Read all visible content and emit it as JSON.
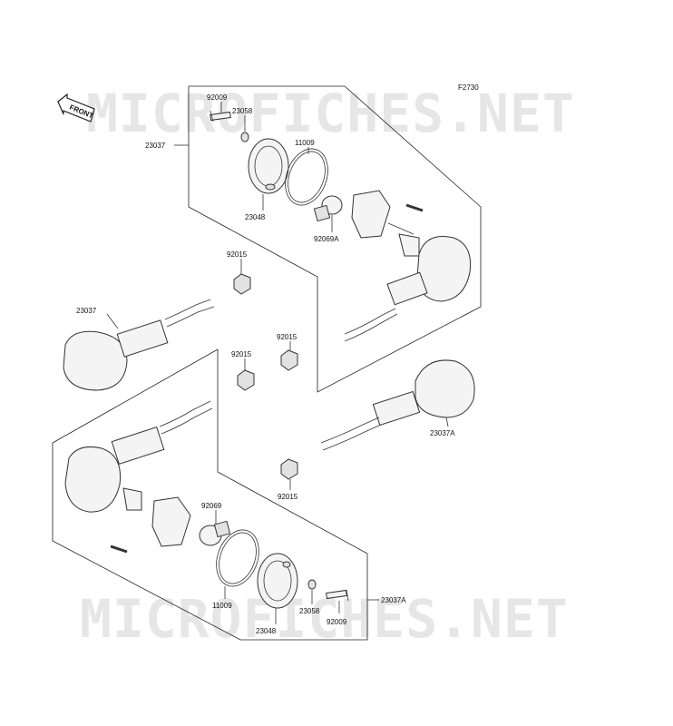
{
  "figure_code": "F2730",
  "front_label": "FRONT",
  "watermarks": [
    "MICROFICHES.NET",
    "MICROFICHES.NET"
  ],
  "labels": {
    "p92009_top": "92009",
    "p23058_top": "23058",
    "p23037_upper": "23037",
    "p11009_top": "11009",
    "p23048_top": "23048",
    "p92069a": "92069A",
    "p92015_a": "92015",
    "p23037_left": "23037",
    "p92015_b": "92015",
    "p92015_c": "92015",
    "p23037a_right": "23037A",
    "p92015_d": "92015",
    "p92069": "92069",
    "p11009_bottom": "11009",
    "p23058_bottom": "23058",
    "p23048_bottom": "23048",
    "p92009_bottom": "92009",
    "p23037a_bottom": "23037A"
  }
}
